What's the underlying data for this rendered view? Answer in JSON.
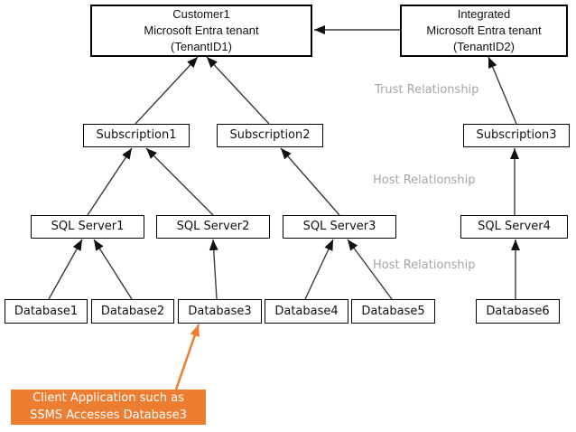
{
  "diagram": {
    "nodes": {
      "customer1": {
        "label": "Customer1\nMicrosoft Entra tenant\n(TenantID1)"
      },
      "integrated": {
        "label": "Integrated\nMicrosoft Entra tenant\n(TenantID2)"
      },
      "subscription1": {
        "label": "Subscription1"
      },
      "subscription2": {
        "label": "Subscription2"
      },
      "subscription3": {
        "label": "Subscription3"
      },
      "sqlserver1": {
        "label": "SQL Server1"
      },
      "sqlserver2": {
        "label": "SQL Server2"
      },
      "sqlserver3": {
        "label": "SQL Server3"
      },
      "sqlserver4": {
        "label": "SQL Server4"
      },
      "database1": {
        "label": "Database1"
      },
      "database2": {
        "label": "Database2"
      },
      "database3": {
        "label": "Database3"
      },
      "database4": {
        "label": "Database4"
      },
      "database5": {
        "label": "Database5"
      },
      "database6": {
        "label": "Database6"
      }
    },
    "relationship_labels": {
      "trust": "Trust Relationship",
      "host_top": "Host Relationship",
      "host_bottom": "Host Relationship"
    },
    "callout": {
      "text": "Client Application such as\nSSMS Accesses Database3"
    },
    "edges": [
      {
        "from": "integrated",
        "to": "customer1"
      },
      {
        "from": "subscription1",
        "to": "customer1"
      },
      {
        "from": "subscription2",
        "to": "customer1"
      },
      {
        "from": "subscription3",
        "to": "integrated"
      },
      {
        "from": "sqlserver1",
        "to": "subscription1"
      },
      {
        "from": "sqlserver2",
        "to": "subscription1"
      },
      {
        "from": "sqlserver3",
        "to": "subscription2"
      },
      {
        "from": "sqlserver4",
        "to": "subscription3"
      },
      {
        "from": "database1",
        "to": "sqlserver1"
      },
      {
        "from": "database2",
        "to": "sqlserver1"
      },
      {
        "from": "database3",
        "to": "sqlserver2"
      },
      {
        "from": "database4",
        "to": "sqlserver3"
      },
      {
        "from": "database5",
        "to": "sqlserver3"
      },
      {
        "from": "database6",
        "to": "sqlserver4"
      },
      {
        "from": "callout",
        "to": "database3",
        "style": "callout"
      }
    ],
    "colors": {
      "accent_orange": "#ED7D31",
      "label_gray": "#a6a6a6",
      "line": "#3a3a3a",
      "arrowhead": "#111111",
      "box_border": "#000000",
      "box_background": "#ffffff"
    }
  }
}
